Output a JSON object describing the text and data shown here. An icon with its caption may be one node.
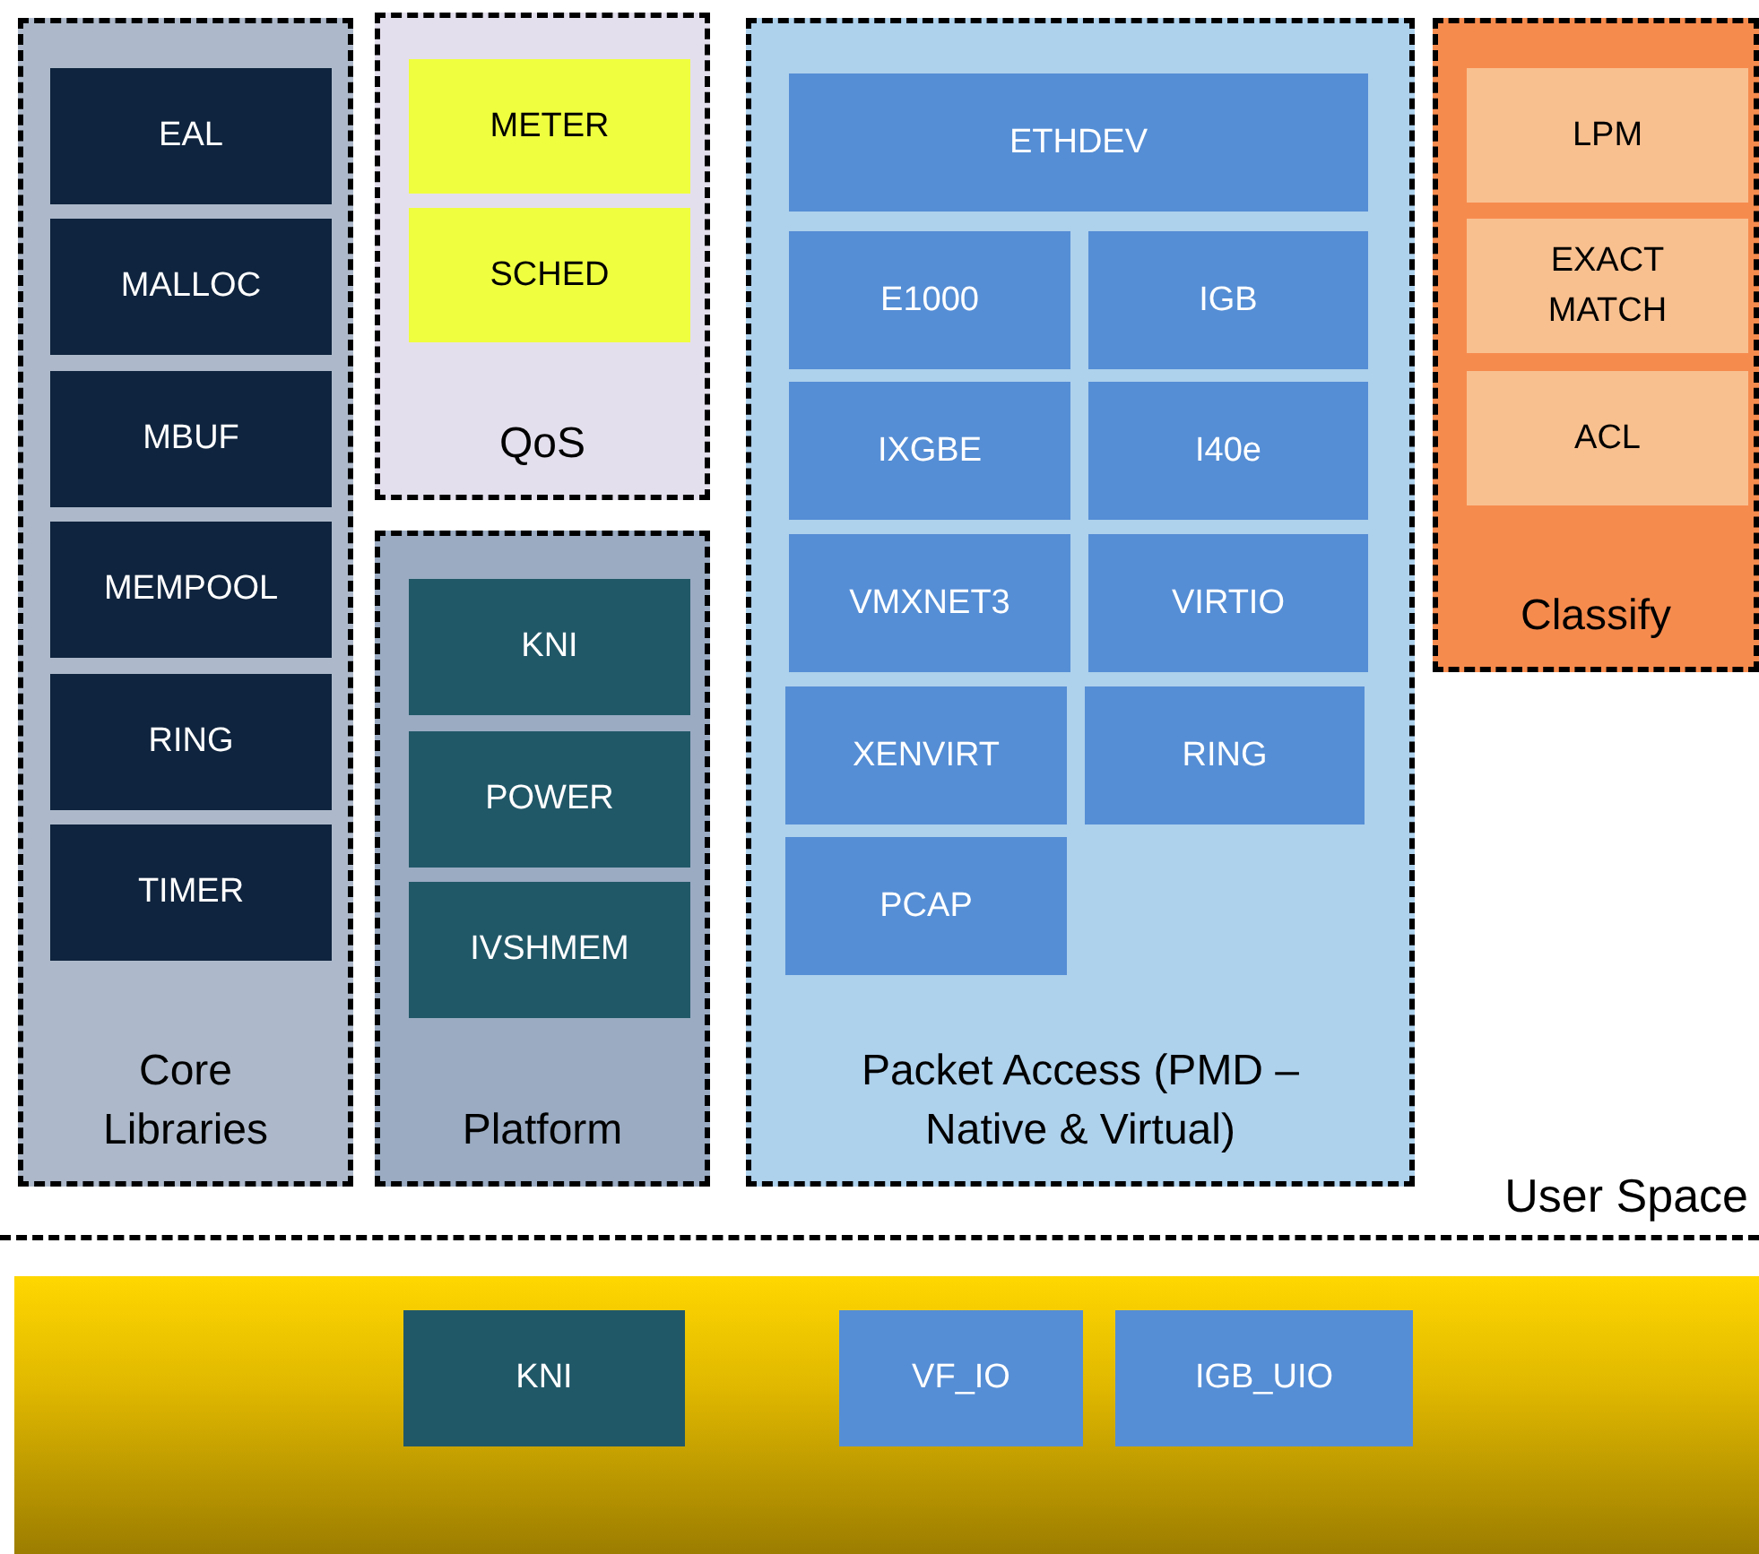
{
  "diagram": {
    "nodes": [
      {
        "text": [
          "Core Libraries"
        ]
      },
      {
        "text": [
          "EAL"
        ],
        "in": 0
      },
      {
        "text": [
          "MALLOC"
        ],
        "in": 0
      },
      {
        "text": [
          "MBUF"
        ],
        "in": 0
      },
      {
        "text": [
          "MEMPOOL"
        ],
        "in": 0
      },
      {
        "text": [
          "RING"
        ],
        "in": 0
      },
      {
        "text": [
          "TIMER"
        ],
        "in": 0
      },
      {
        "text": [
          "QoS"
        ]
      },
      {
        "text": [
          "METER"
        ],
        "in": 7
      },
      {
        "text": [
          "SCHED"
        ],
        "in": 7
      },
      {
        "text": [
          "Platform"
        ]
      },
      {
        "text": [
          "KNI"
        ],
        "in": 10
      },
      {
        "text": [
          "POWER"
        ],
        "in": 10
      },
      {
        "text": [
          "IVSHMEM"
        ],
        "in": 10
      },
      {
        "text": [
          "Packet Access (PMD – Native & Virtual)"
        ]
      },
      {
        "text": [
          "ETHDEV"
        ],
        "in": 14
      },
      {
        "text": [
          "E1000"
        ],
        "in": 14
      },
      {
        "text": [
          "IGB"
        ],
        "in": 14
      },
      {
        "text": [
          "IXGBE"
        ],
        "in": 14
      },
      {
        "text": [
          "I40e"
        ],
        "in": 14
      },
      {
        "text": [
          "VMXNET3"
        ],
        "in": 14
      },
      {
        "text": [
          "VIRTIO"
        ],
        "in": 14
      },
      {
        "text": [
          "XENVIRT"
        ],
        "in": 14
      },
      {
        "text": [
          "RING"
        ],
        "in": 14
      },
      {
        "text": [
          "PCAP"
        ],
        "in": 14
      },
      {
        "text": [
          "Classify"
        ]
      },
      {
        "text": [
          "LPM"
        ],
        "in": 25
      },
      {
        "text": [
          "EXACT MATCH"
        ],
        "in": 25
      },
      {
        "text": [
          "ACL"
        ],
        "in": 25
      },
      {
        "text": [],
        "shape": "bar"
      },
      {
        "text": [
          "KNI"
        ],
        "in": 29
      },
      {
        "text": [
          "VF_IO"
        ],
        "in": 29
      },
      {
        "text": [
          "IGB_UIO"
        ],
        "in": 29
      }
    ],
    "edges": [],
    "labels": [
      "User Space"
    ]
  }
}
